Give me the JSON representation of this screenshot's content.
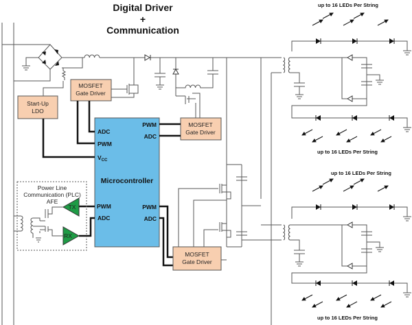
{
  "title": {
    "line1": "Digital Driver",
    "plus": "+",
    "line2": "Communication"
  },
  "blocks": {
    "ldo": {
      "line1": "Start-Up",
      "line2": "LDO"
    },
    "gate_driver_top": {
      "line1": "MOSFET",
      "line2": "Gate Driver"
    },
    "gate_driver_right": {
      "line1": "MOSFET",
      "line2": "Gate Driver"
    },
    "gate_driver_bottom": {
      "line1": "MOSFET",
      "line2": "Gate Driver"
    },
    "mcu": {
      "label": "Microcontroller",
      "pins_left": [
        "ADC",
        "PWM",
        "V",
        "PWM",
        "ADC"
      ],
      "vcc_sub": "CC",
      "pins_right": [
        "PWM",
        "ADC",
        "PWM",
        "ADC"
      ]
    },
    "plc": {
      "line1": "Power Line",
      "line2": "Communication (PLC)",
      "line3": "AFE",
      "tx": "TX",
      "rx": "RX"
    }
  },
  "led_labels": [
    "up to 16 LEDs Per String",
    "up to 16 LEDs Per String",
    "up to 16 LEDs Per String",
    "up to 16 LEDs Per String"
  ],
  "colors": {
    "mcu": "#6bbde8",
    "gate_driver": "#f8cfb0",
    "amplifier": "#1e9b45"
  }
}
